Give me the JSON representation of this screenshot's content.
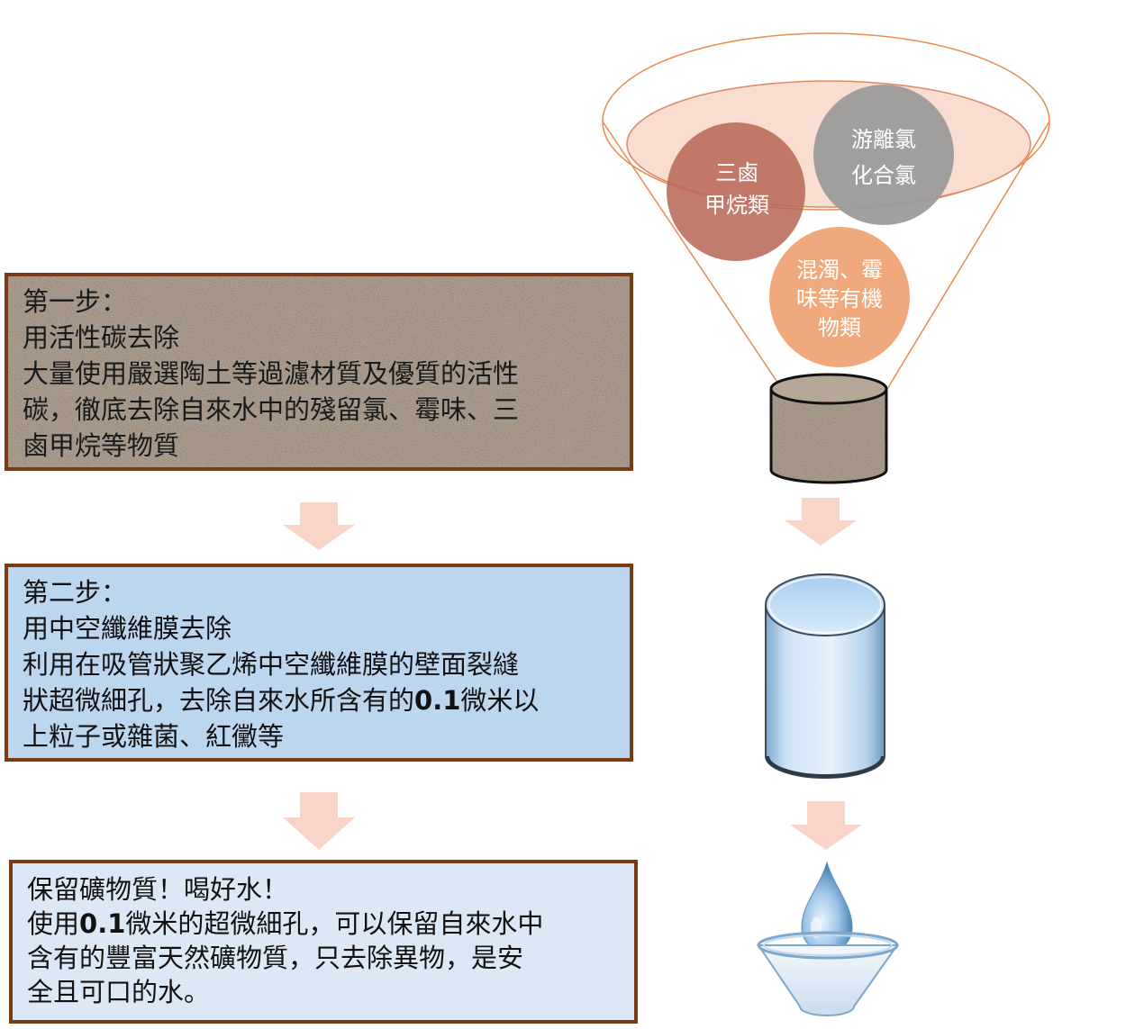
{
  "step1": {
    "title": "第一步：",
    "method": "用活性碳去除",
    "desc_line1": "大量使用嚴選陶土等過濾材質及優質的活性",
    "desc_line2": "碳，徹底去除自來水中的殘留氯、霉味、三",
    "desc_line3": "鹵甲烷等物質"
  },
  "step2": {
    "title": "第二步：",
    "method": "用中空纖維膜去除",
    "desc_line1": "利用在吸管狀聚乙烯中空纖維膜的壁面裂縫",
    "desc_line2_a": "狀超微細孔，去除自來水所含有的",
    "desc_line2_b": "0.1",
    "desc_line2_c": "微米以",
    "desc_line3": "上粒子或雜菌、紅黴等"
  },
  "step3": {
    "title": "保留礦物質！喝好水！",
    "desc_line1_a": "使用",
    "desc_line1_b": "0.1",
    "desc_line1_c": "微米的超微細孔，可以保留自來水中",
    "desc_line2": "含有的豐富天然礦物質，只去除異物，是安",
    "desc_line3": "全且可口的水。"
  },
  "funnel": {
    "circle1": [
      "三鹵",
      "甲烷類"
    ],
    "circle2": [
      "游離氯",
      "化合氯"
    ],
    "circle3": [
      "混濁、霉",
      "味等有機",
      "物類"
    ]
  },
  "colors": {
    "border": "#7a3b17",
    "arrow": "#f8d5c8",
    "circle1": "#b96a5a",
    "circle2": "#9b9b9b",
    "circle3": "#f0a97c",
    "step2_bg": "#bcd6ee",
    "step3_bg": "#dce8f5"
  }
}
